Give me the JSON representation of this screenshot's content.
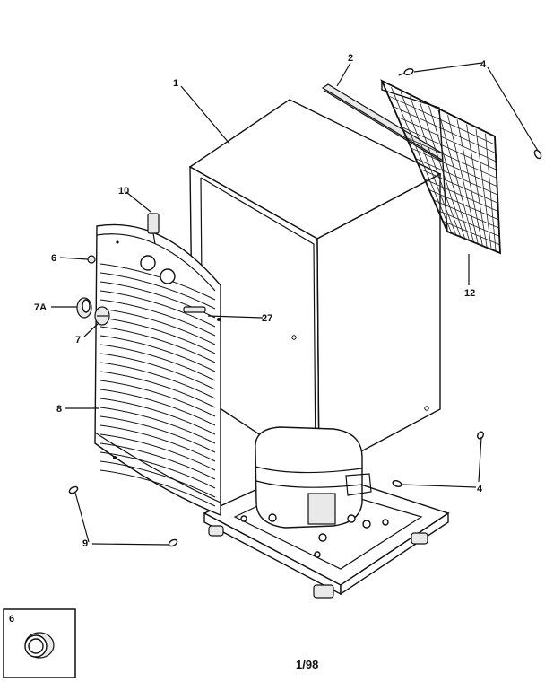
{
  "diagram": {
    "callouts": {
      "c1": "1",
      "c2": "2",
      "c4a": "4",
      "c4b": "4",
      "c10": "10",
      "c6": "6",
      "c7a": "7A",
      "c7": "7",
      "c27": "27",
      "c8": "8",
      "c9": "9",
      "c12": "12"
    },
    "inset": {
      "label": "6"
    },
    "footer": {
      "code": "1/98"
    }
  }
}
